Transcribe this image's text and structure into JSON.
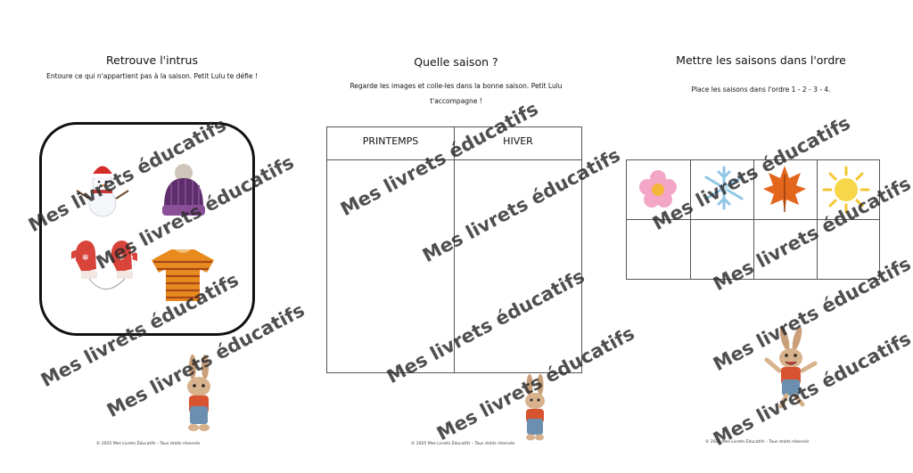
{
  "page1": {
    "title": "Retrouve l'intrus",
    "instruction": "Entoure ce qui n'appartient pas à la saison. Petit Lulu te défie !",
    "footer": "© 2025 Mes Livrets Éducatifs – Tous droits réservés",
    "items": [
      "snowman-icon",
      "wool-hat-icon",
      "mittens-icon",
      "striped-tshirt-icon"
    ]
  },
  "page2": {
    "title": "Quelle saison ?",
    "instruction_line1": "Regarde les images et colle-les dans la bonne saison. Petit Lulu",
    "instruction_line2": "t'accompagne !",
    "columns": [
      "PRINTEMPS",
      "HIVER"
    ],
    "footer": "© 2025 Mes Livrets Éducatifs – Tous droits réservés"
  },
  "page3": {
    "title": "Mettre les saisons dans l'ordre",
    "instruction": "Place les saisons dans l'ordre 1 - 2 - 3 - 4.",
    "season_icons": [
      "flower-icon",
      "snowflake-icon",
      "autumn-leaf-icon",
      "sun-icon"
    ],
    "footer": "© 2025 Mes Livrets Éducatifs – Tous droits réservés"
  },
  "watermark": "Mes livrets éducatifs",
  "colors": {
    "border": "#111111",
    "grid": "#555555",
    "watermark": "#282828"
  }
}
